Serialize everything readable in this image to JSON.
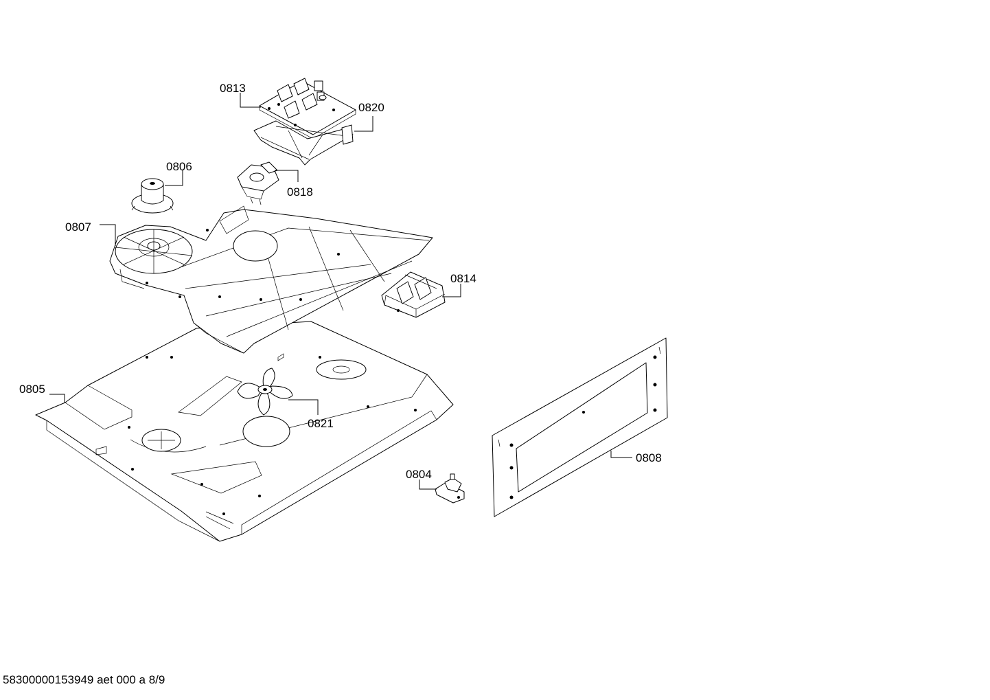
{
  "parts": {
    "p0804": "0804",
    "p0805": "0805",
    "p0806": "0806",
    "p0807": "0807",
    "p0808": "0808",
    "p0813": "0813",
    "p0814": "0814",
    "p0818": "0818",
    "p0820": "0820",
    "p0821": "0821"
  },
  "footer": "58300000153949 aet 000 a 8/9",
  "colors": {
    "line": "#000000",
    "background": "#ffffff"
  }
}
